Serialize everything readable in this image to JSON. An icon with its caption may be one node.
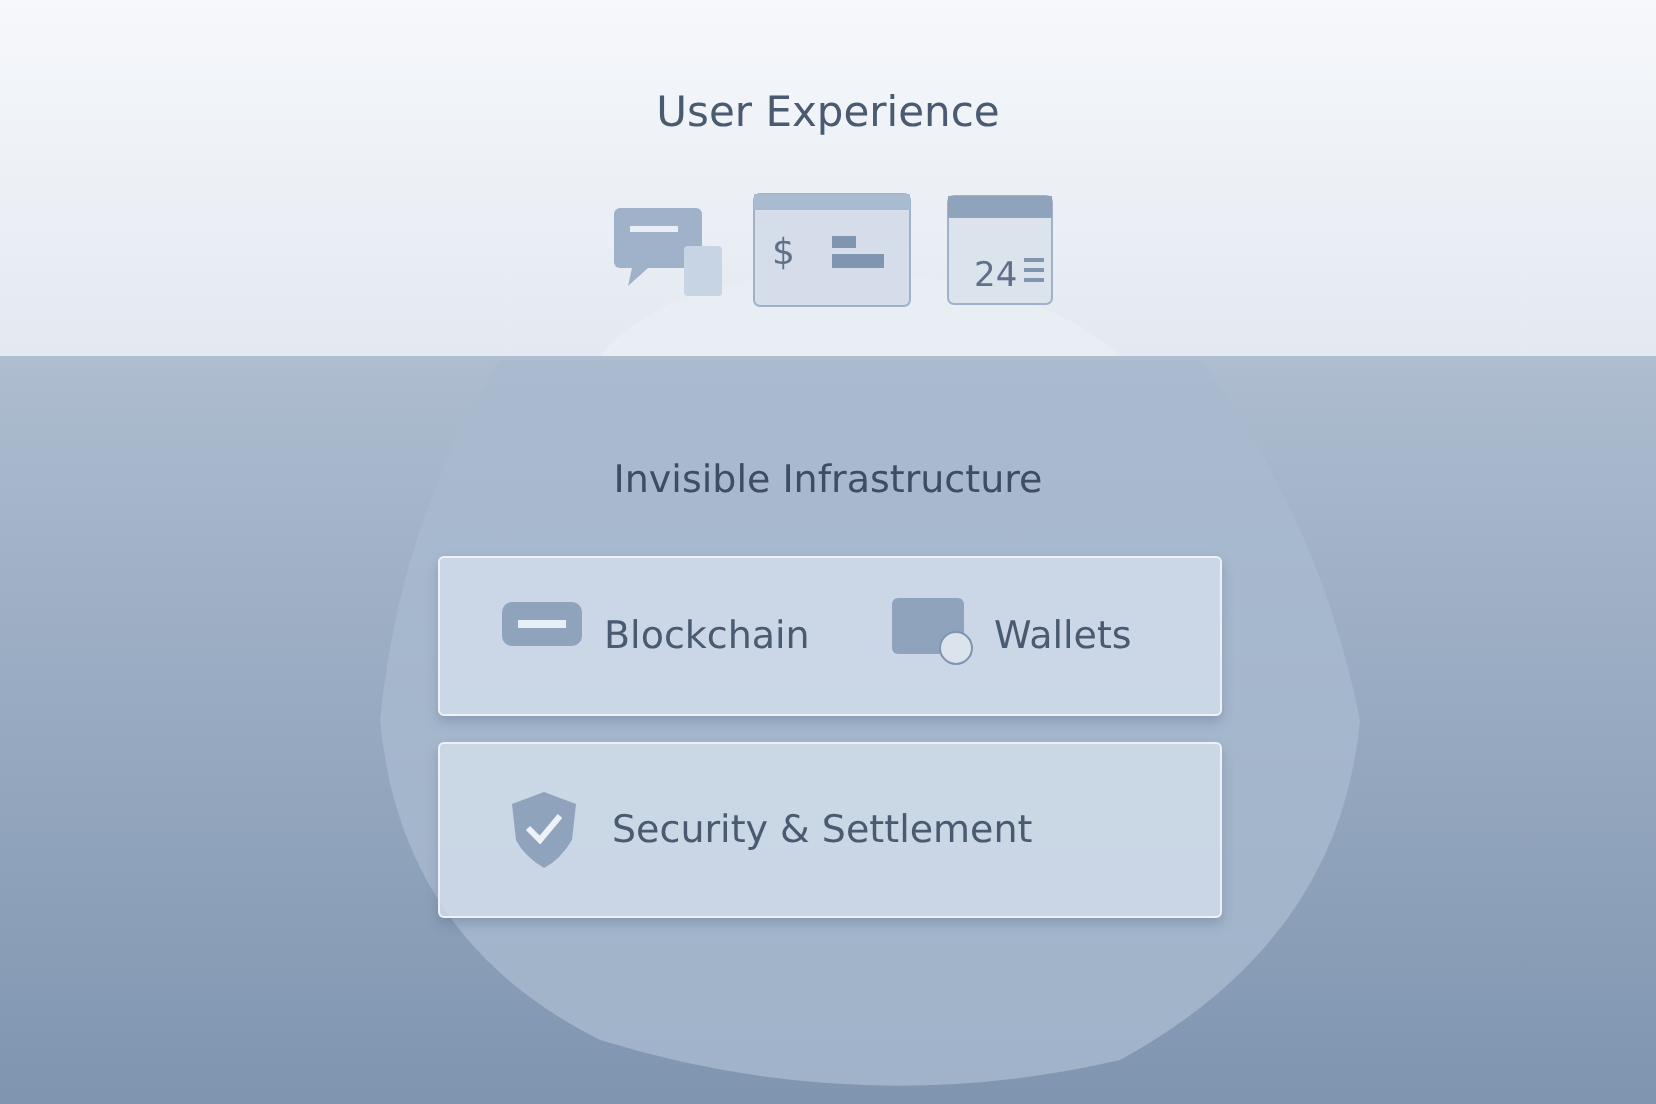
{
  "diagram": {
    "title": "User Experience",
    "nodes": [
      {
        "text": [],
        "shape": "box"
      },
      {
        "text": [
          "Blockchain"
        ],
        "in": 0
      },
      {
        "text": [
          "Wallets"
        ],
        "in": 0
      },
      {
        "text": [
          "Security & Settlement"
        ]
      }
    ],
    "labels": [
      "$",
      "24",
      "Invisible Infrastructure"
    ]
  }
}
